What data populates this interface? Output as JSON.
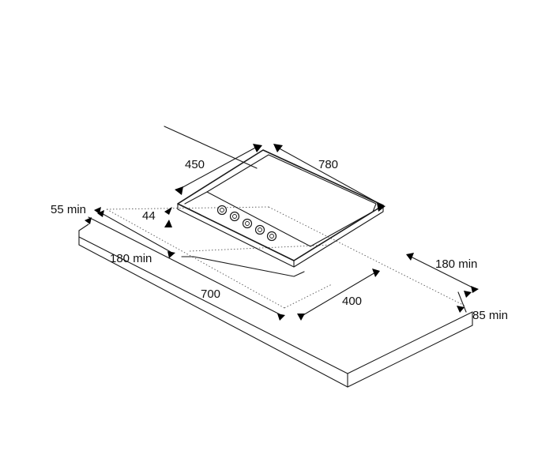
{
  "dimensions": {
    "hob_depth": "450",
    "hob_width": "780",
    "hob_height": "44",
    "rear_clearance": "55 min",
    "left_clearance": "180 min",
    "cutout_width": "700",
    "cutout_depth": "400",
    "right_clearance": "180 min",
    "front_clearance": "85 min"
  },
  "knob_count": 5
}
